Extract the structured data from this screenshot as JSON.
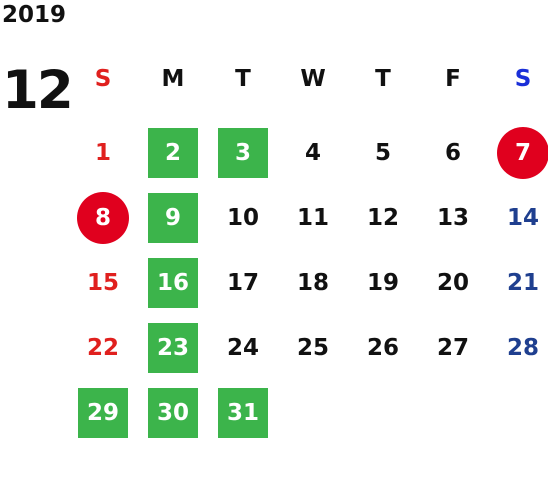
{
  "calendar": {
    "year": "2019",
    "month": "12",
    "colors": {
      "sunday_header": "#e0201e",
      "saturday_header": "#1a2fd8",
      "sunday_text": "#e0201e",
      "saturday_text": "#1f3f8f",
      "green_highlight": "#3cb44b",
      "red_circle": "#e0001e"
    },
    "weekdays": [
      {
        "label": "S",
        "color": "#e0201e"
      },
      {
        "label": "M",
        "color": "#111111"
      },
      {
        "label": "T",
        "color": "#111111"
      },
      {
        "label": "W",
        "color": "#111111"
      },
      {
        "label": "T",
        "color": "#111111"
      },
      {
        "label": "F",
        "color": "#111111"
      },
      {
        "label": "S",
        "color": "#1a2fd8"
      }
    ],
    "weeks": [
      [
        {
          "d": "1",
          "style": "red"
        },
        {
          "d": "2",
          "style": "green"
        },
        {
          "d": "3",
          "style": "green"
        },
        {
          "d": "4",
          "style": "normal"
        },
        {
          "d": "5",
          "style": "normal"
        },
        {
          "d": "6",
          "style": "normal"
        },
        {
          "d": "7",
          "style": "circle"
        }
      ],
      [
        {
          "d": "8",
          "style": "circle"
        },
        {
          "d": "9",
          "style": "green"
        },
        {
          "d": "10",
          "style": "normal"
        },
        {
          "d": "11",
          "style": "normal"
        },
        {
          "d": "12",
          "style": "normal"
        },
        {
          "d": "13",
          "style": "normal"
        },
        {
          "d": "14",
          "style": "blue"
        }
      ],
      [
        {
          "d": "15",
          "style": "red"
        },
        {
          "d": "16",
          "style": "green"
        },
        {
          "d": "17",
          "style": "normal"
        },
        {
          "d": "18",
          "style": "normal"
        },
        {
          "d": "19",
          "style": "normal"
        },
        {
          "d": "20",
          "style": "normal"
        },
        {
          "d": "21",
          "style": "blue"
        }
      ],
      [
        {
          "d": "22",
          "style": "red"
        },
        {
          "d": "23",
          "style": "green"
        },
        {
          "d": "24",
          "style": "normal"
        },
        {
          "d": "25",
          "style": "normal"
        },
        {
          "d": "26",
          "style": "normal"
        },
        {
          "d": "27",
          "style": "normal"
        },
        {
          "d": "28",
          "style": "blue"
        }
      ],
      [
        {
          "d": "29",
          "style": "green"
        },
        {
          "d": "30",
          "style": "green"
        },
        {
          "d": "31",
          "style": "green"
        },
        null,
        null,
        null,
        null
      ]
    ]
  }
}
